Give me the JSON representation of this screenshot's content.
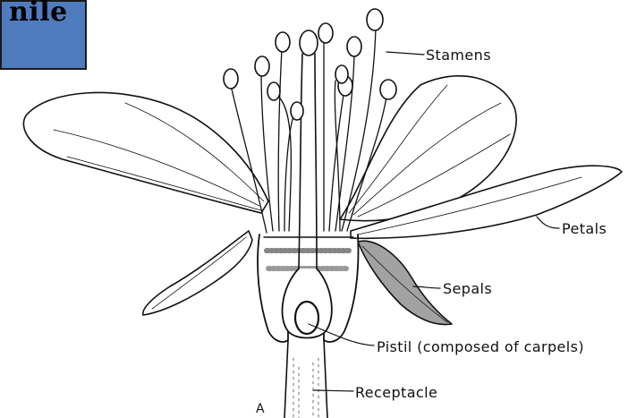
{
  "title": {
    "text": "nile"
  },
  "diagram": {
    "labels": {
      "stamens": "Stamens",
      "petals": "Petals",
      "sepals": "Sepals",
      "pistil": "Pistil (composed of carpels)",
      "receptacle": "Receptacle"
    },
    "panel_letter": "A"
  },
  "colors": {
    "title_box": "#4f7bbf",
    "ink": "#111111",
    "background": "#ffffff"
  }
}
